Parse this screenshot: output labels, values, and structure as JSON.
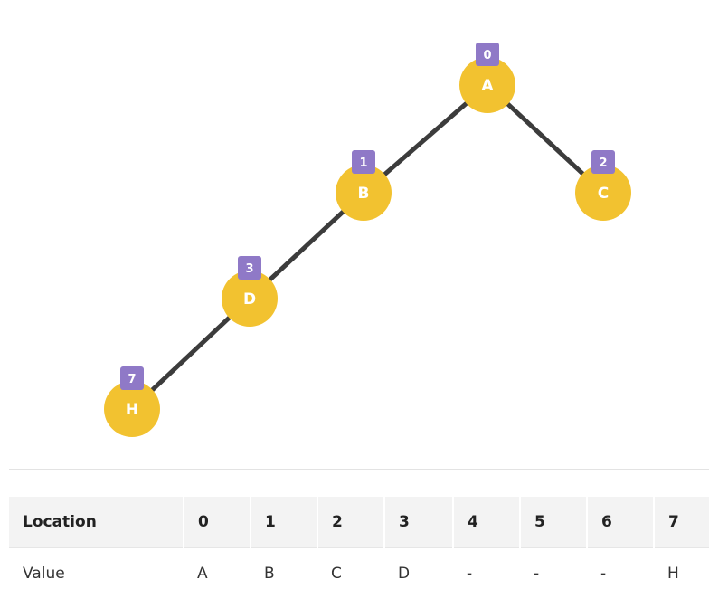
{
  "colors": {
    "node_fill": "#f2c230",
    "badge_fill": "#8f79c7",
    "edge": "#3c3c3c",
    "header_bg": "#f3f3f3"
  },
  "tree": {
    "nodes": [
      {
        "label": "A",
        "index": "0"
      },
      {
        "label": "B",
        "index": "1"
      },
      {
        "label": "C",
        "index": "2"
      },
      {
        "label": "D",
        "index": "3"
      },
      {
        "label": "H",
        "index": "7"
      }
    ],
    "edges": [
      [
        "A",
        "B"
      ],
      [
        "A",
        "C"
      ],
      [
        "B",
        "D"
      ],
      [
        "D",
        "H"
      ]
    ]
  },
  "table": {
    "row_header_location": "Location",
    "row_header_value": "Value",
    "locations": [
      "0",
      "1",
      "2",
      "3",
      "4",
      "5",
      "6",
      "7"
    ],
    "values": [
      "A",
      "B",
      "C",
      "D",
      "-",
      "-",
      "-",
      "H"
    ]
  }
}
